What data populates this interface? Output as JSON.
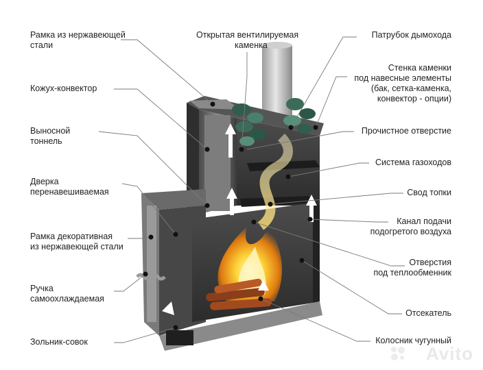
{
  "labels_left": [
    {
      "id": "steel-frame",
      "line1": "Рамка из нержавеющей",
      "line2": "стали"
    },
    {
      "id": "casing",
      "line1": "Кожух-конвектор",
      "line2": ""
    },
    {
      "id": "tunnel",
      "line1": "Выносной",
      "line2": "тоннель"
    },
    {
      "id": "door",
      "line1": "Дверка",
      "line2": "перенавешиваемая"
    },
    {
      "id": "deco-frame",
      "line1": "Рамка декоративная",
      "line2": "из нержавеющей стали"
    },
    {
      "id": "handle",
      "line1": "Ручка",
      "line2": "самоохлаждаемая"
    },
    {
      "id": "ash-pan",
      "line1": "Зольник-совок",
      "line2": ""
    }
  ],
  "labels_top": [
    {
      "id": "open-heater",
      "line1": "Открытая вентилируемая",
      "line2": "каменка"
    }
  ],
  "labels_right": [
    {
      "id": "chimney",
      "line1": "Патрубок дымохода",
      "line2": "",
      "line3": "",
      "line4": ""
    },
    {
      "id": "heater-wall",
      "line1": "Стенка каменки",
      "line2": "под навесные элементы",
      "line3": "(бак, сетка-каменка,",
      "line4": "конвектор - опции)"
    },
    {
      "id": "cleaning-hole",
      "line1": "Прочистное отверстие",
      "line2": "",
      "line3": "",
      "line4": ""
    },
    {
      "id": "gas-system",
      "line1": "Система газоходов",
      "line2": "",
      "line3": "",
      "line4": ""
    },
    {
      "id": "firebox-vault",
      "line1": "Свод топки",
      "line2": "",
      "line3": "",
      "line4": ""
    },
    {
      "id": "air-channel",
      "line1": "Канал подачи",
      "line2": "подогретого воздуха",
      "line3": "",
      "line4": ""
    },
    {
      "id": "exchanger-holes",
      "line1": "Отверстия",
      "line2": "под теплообменник",
      "line3": "",
      "line4": ""
    },
    {
      "id": "cutter",
      "line1": "Отсекатель",
      "line2": "",
      "line3": "",
      "line4": ""
    },
    {
      "id": "grate",
      "line1": "Колосник чугунный",
      "line2": "",
      "line3": "",
      "line4": ""
    }
  ],
  "watermark": "Avito",
  "colors": {
    "steel_dark": "#3b3b3b",
    "steel_mid": "#6e6e6e",
    "steel_light": "#b9b9b9",
    "fire": "#f2c21b",
    "stones": "#3c6b5a"
  }
}
